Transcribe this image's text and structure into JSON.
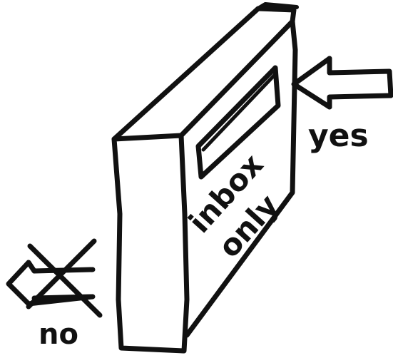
{
  "sketch": {
    "box_label_line1": "inbox",
    "box_label_line2": "only",
    "accept_label": "yes",
    "reject_label": "no",
    "ink_color": "#111111",
    "background_color": "#ffffff",
    "icons": {
      "accept_arrow": "left-arrow-icon",
      "reject_arrow": "crossed-out-left-arrow-icon"
    }
  }
}
